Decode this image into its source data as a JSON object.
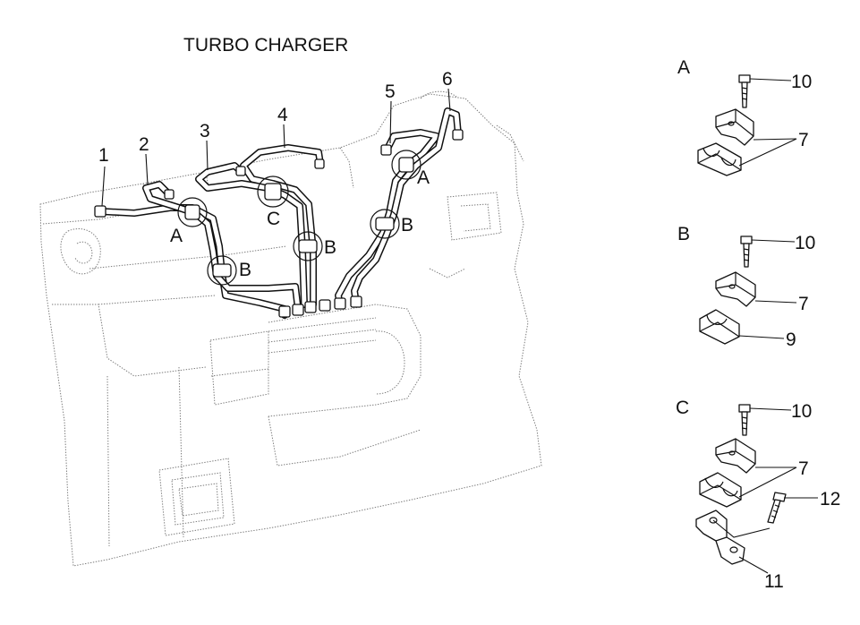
{
  "title": "TURBO CHARGER",
  "part_numbers": {
    "p1": "1",
    "p2": "2",
    "p3": "3",
    "p4": "4",
    "p5": "5",
    "p6": "6",
    "p7": "7",
    "p9": "9",
    "p10": "10",
    "p11": "11",
    "p12": "12"
  },
  "clamp_labels": {
    "a": "A",
    "b": "B",
    "c": "C"
  }
}
